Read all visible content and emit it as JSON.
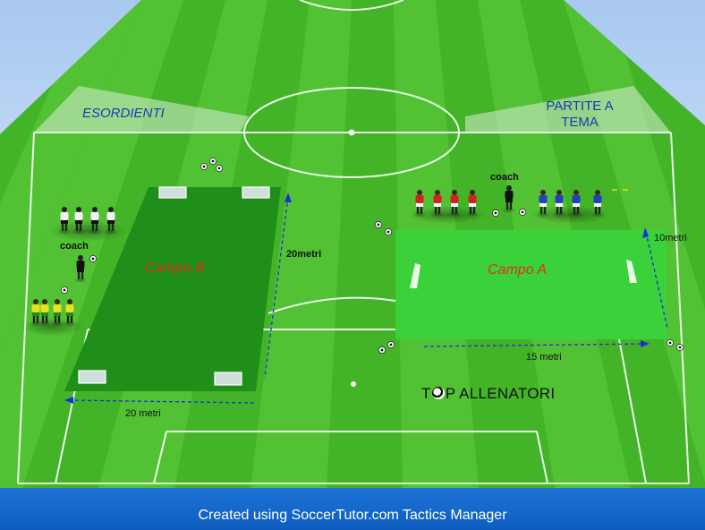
{
  "areas": {
    "left_label": "ESORDIENTI",
    "right_label_line1": "PARTITE A",
    "right_label_line2": "TEMA"
  },
  "fields": {
    "campo_b": "Campo B",
    "campo_a": "Campo A"
  },
  "dimensions": {
    "campo_b_length": "20metri",
    "campo_b_width": "20 metri",
    "campo_a_height": "10metri",
    "campo_a_width": "15 metri"
  },
  "coaches": {
    "left": "coach",
    "right": "coach"
  },
  "brand": {
    "prefix": "T",
    "suffix": "P ALLENATORI"
  },
  "footer": {
    "text": "Created using SoccerTutor.com Tactics Manager"
  },
  "colors": {
    "grass_dark": "#3fae25",
    "grass_light": "#52c234",
    "campo_b": "#1f8f1a",
    "campo_a": "#3ad13a",
    "label_blue": "#1a3cb0",
    "campo_label_red": "#e0301b",
    "team_yellow": "#e8e020",
    "team_red_white": "#d42020",
    "team_blue_white": "#2040c0",
    "team_white_black": "#f2f2f2"
  }
}
